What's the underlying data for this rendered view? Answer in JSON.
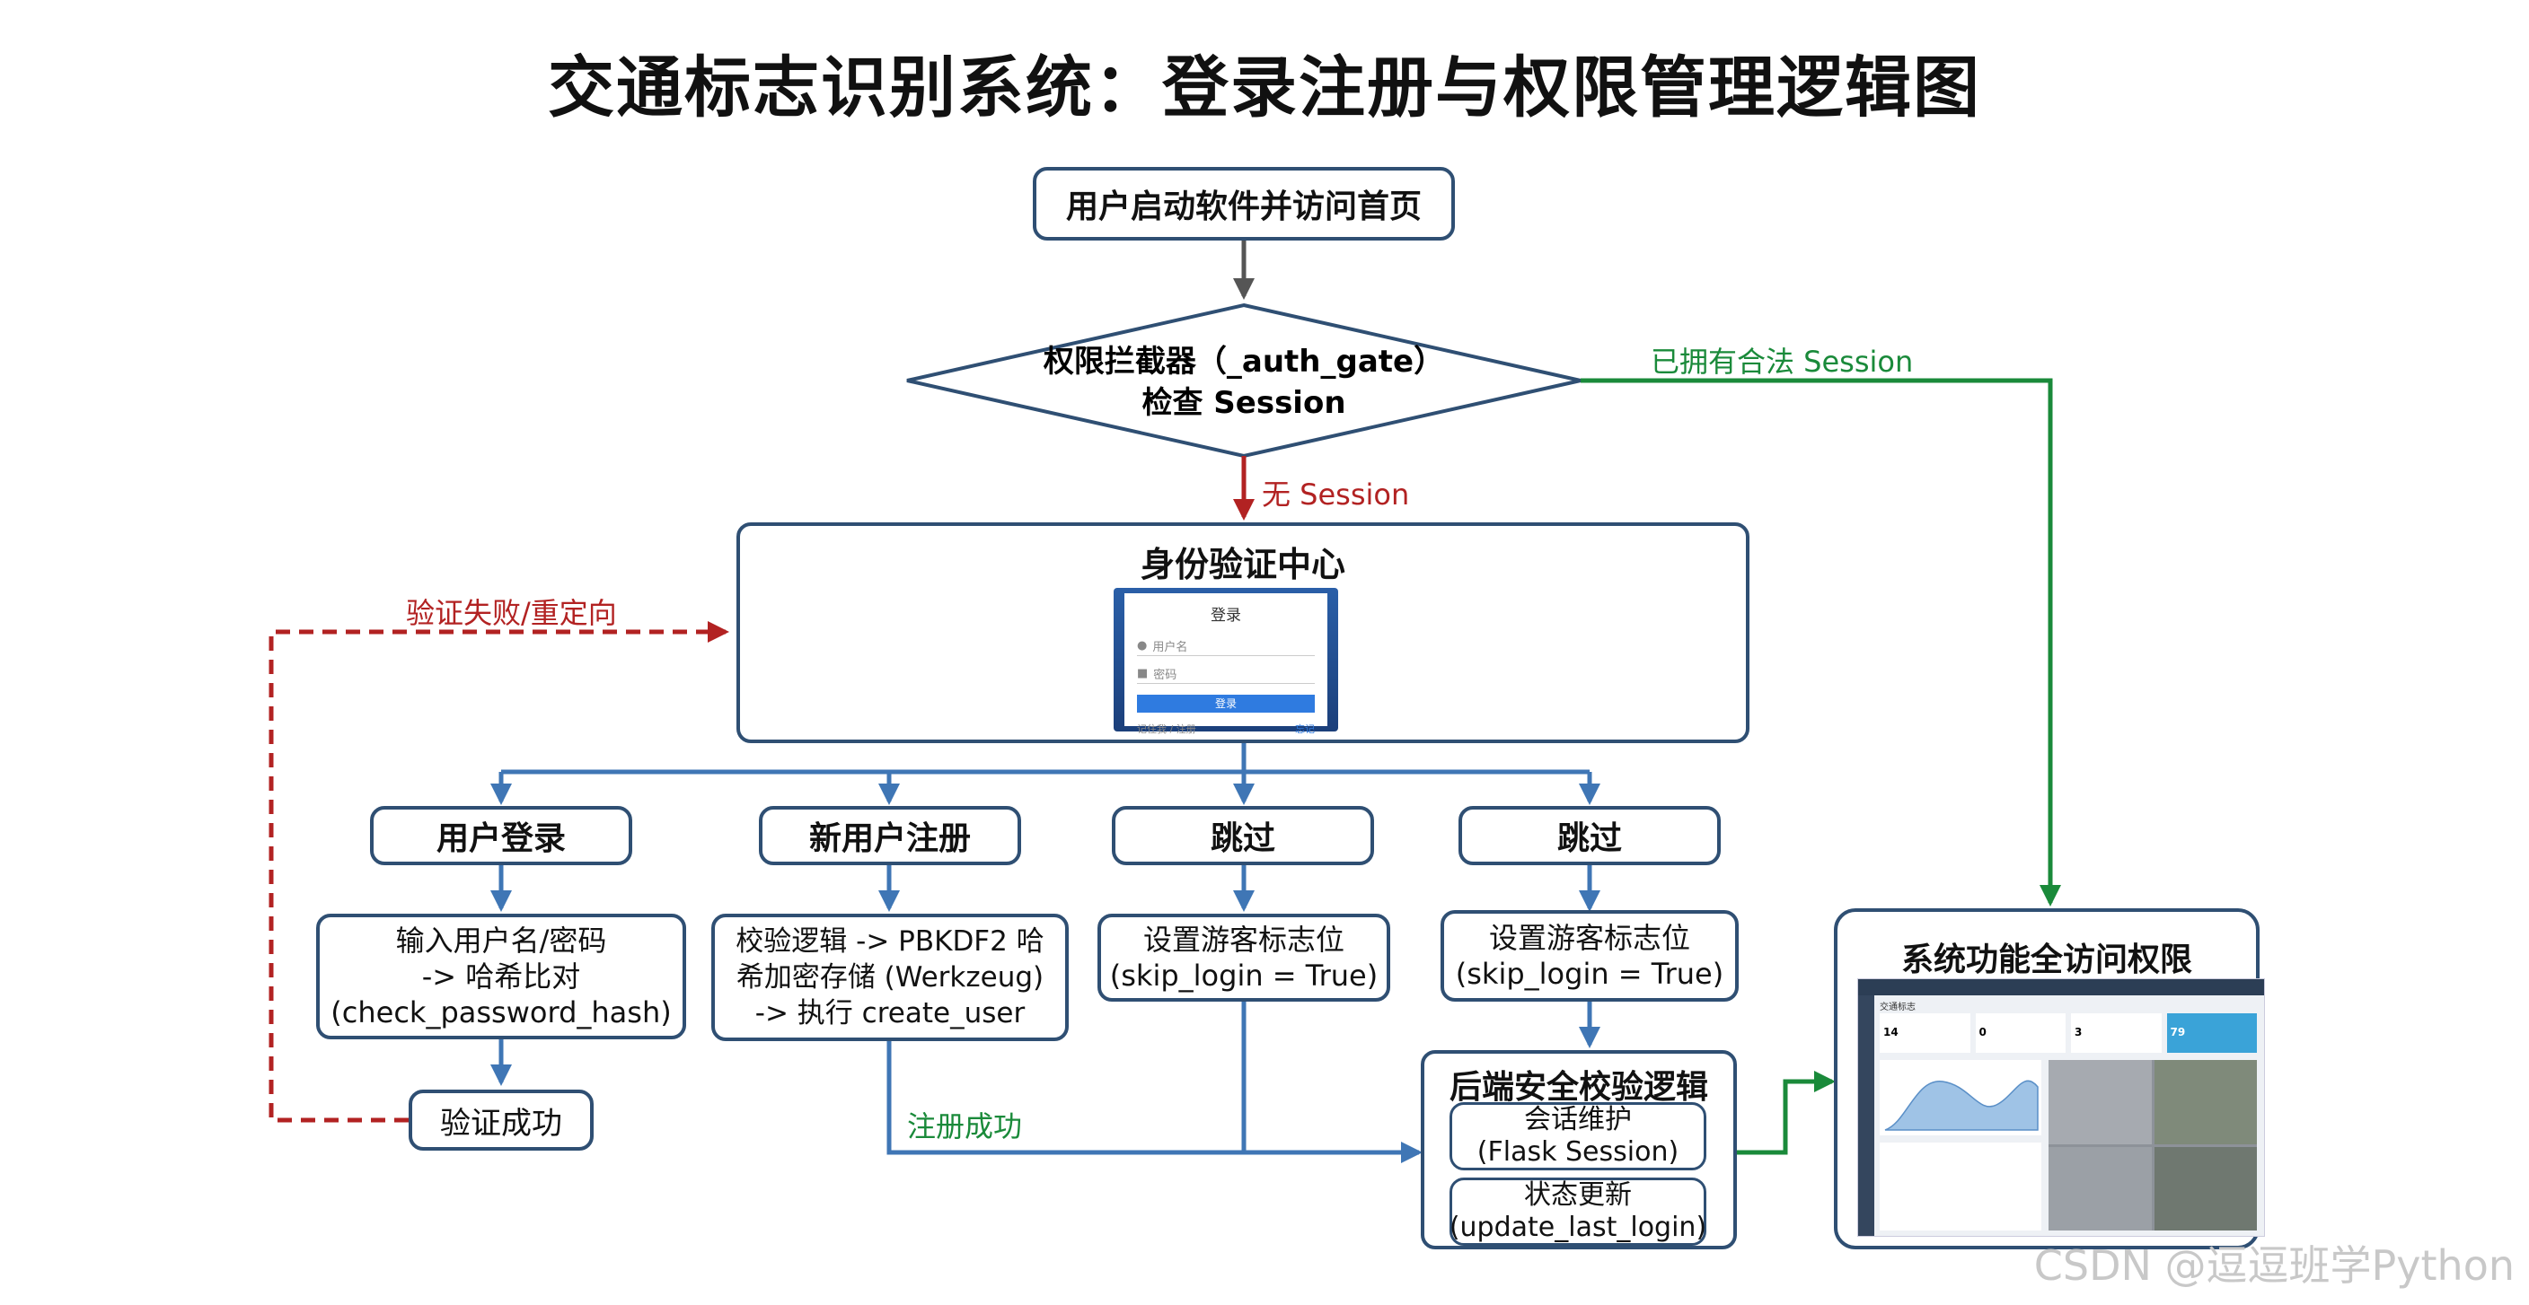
{
  "title": "交通标志识别系统：登录注册与权限管理逻辑图",
  "nodes": {
    "start": "用户启动软件并访问首页",
    "gate_line1": "权限拦截器（_auth_gate）",
    "gate_line2": "检查 Session",
    "auth_center": "身份验证中心",
    "login": "用户登录",
    "register": "新用户注册",
    "skip1": "跳过",
    "skip2": "跳过",
    "login_step1": "输入用户名/密码",
    "login_step2": "-> 哈希比对",
    "login_step3": "(check_password_hash)",
    "reg_step1": "校验逻辑 -> PBKDF2 哈",
    "reg_step2": "希加密存储 (Werkzeug)",
    "reg_step3": "-> 执行 create_user",
    "skip1_step1": "设置游客标志位",
    "skip1_step2": "(skip_login = True)",
    "skip2_step1": "设置游客标志位",
    "skip2_step2": "(skip_login = True)",
    "verify_ok": "验证成功",
    "backend": "后端安全校验逻辑",
    "session_title": "会话维护",
    "session_sub": "(Flask Session)",
    "status_title": "状态更新",
    "status_sub": "(update_last_login)",
    "full_access": "系统功能全访问权限"
  },
  "edges": {
    "has_session": "已拥有合法 Session",
    "no_session": "无 Session",
    "fail_redirect": "验证失败/重定向",
    "register_ok": "注册成功"
  },
  "login_mock": {
    "title": "登录",
    "username_ph": "用户名",
    "password_ph": "密码",
    "submit": "登录",
    "footer_left": "记住我 / 注册",
    "footer_right": "忘记"
  },
  "dashboard_mock": {
    "header": "交通标志",
    "stats": [
      "14",
      "0",
      "3",
      "79"
    ]
  },
  "watermark": "CSDN @逗逗班学Python",
  "colors": {
    "box_border": "#2f4f73",
    "flow_blue": "#3f76b5",
    "gray_arrow": "#555555",
    "red": "#b22222",
    "green": "#1a8a3a"
  }
}
